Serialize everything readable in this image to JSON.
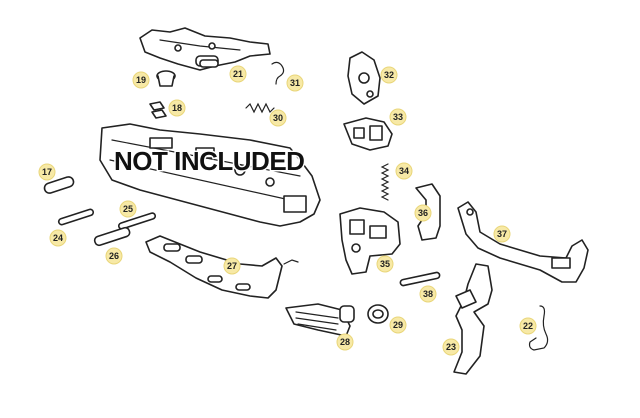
{
  "diagram": {
    "overlay_text": "NOT INCLUDED",
    "colors": {
      "badge_fill": "#f7e9a6",
      "line": "#222222",
      "background": "#ffffff"
    },
    "labels": [
      "17",
      "18",
      "19",
      "21",
      "22",
      "23",
      "24",
      "25",
      "26",
      "27",
      "28",
      "29",
      "30",
      "31",
      "32",
      "33",
      "34",
      "35",
      "36",
      "37",
      "38"
    ]
  }
}
